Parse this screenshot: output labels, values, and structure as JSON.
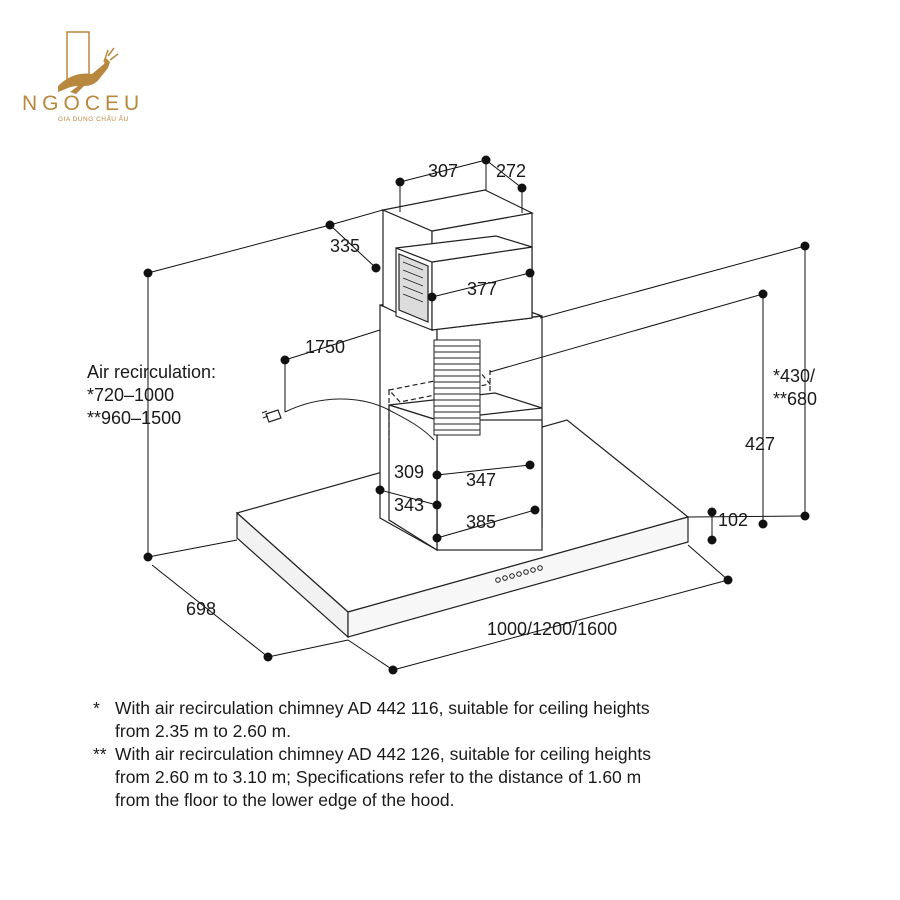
{
  "brand": {
    "name": "NGOCEU",
    "tagline": "GIA DỤNG CHÂU ÂU",
    "color": "#b8883e"
  },
  "dimensions": {
    "d307": "307",
    "d272": "272",
    "d335": "335",
    "d377": "377",
    "d1750": "1750",
    "d430": "*430/",
    "d680": "**680",
    "d427": "427",
    "d309": "309",
    "d347": "347",
    "d343": "343",
    "d385": "385",
    "d102": "102",
    "d698": "698",
    "d_width": "1000/1200/1600"
  },
  "air_recirculation": {
    "title": "Air recirculation:",
    "line1": "*720–1000",
    "line2": "**960–1500"
  },
  "notes": [
    {
      "mark": "*",
      "line1": "With air recirculation chimney AD 442 116, suitable for ceiling heights",
      "line2": "from 2.35 m to 2.60 m."
    },
    {
      "mark": "**",
      "line1": "With air recirculation chimney AD 442 126, suitable for ceiling heights",
      "line2": "from 2.60 m to 3.10 m; Specifications refer to the distance of 1.60 m",
      "line3": "from the floor to the lower edge of the hood."
    }
  ]
}
